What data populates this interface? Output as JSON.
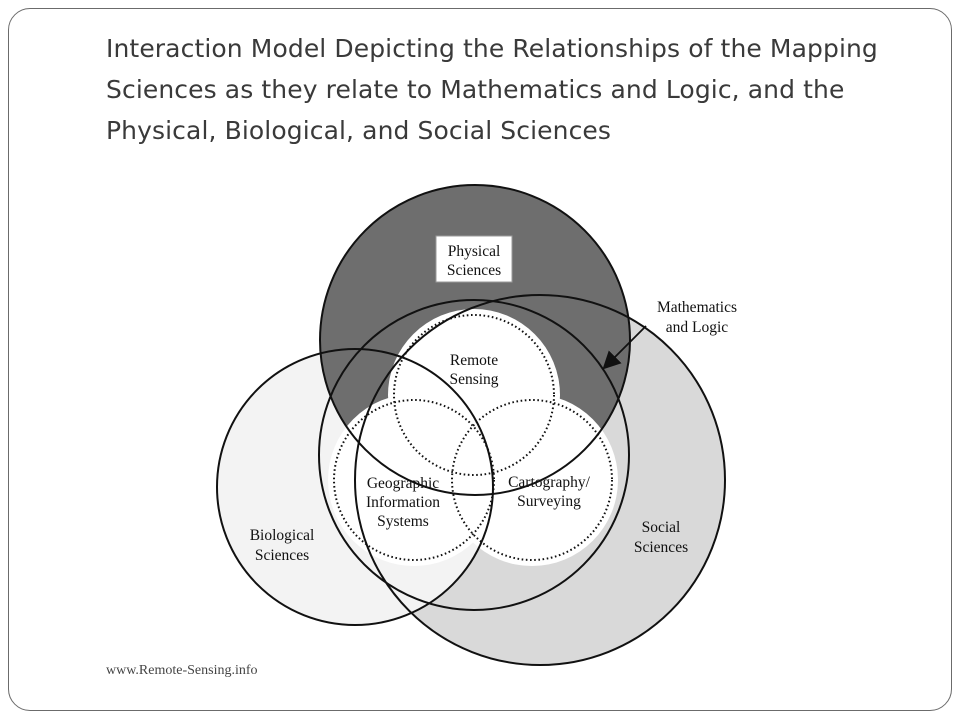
{
  "title": "Interaction Model Depicting the Relationships of the Mapping Sciences as they relate to Mathematics and Logic, and the Physical, Biological, and Social Sciences",
  "footer": "www.Remote-Sensing.info",
  "diagram": {
    "physical": {
      "line1": "Physical",
      "line2": "Sciences"
    },
    "biological": {
      "line1": "Biological",
      "line2": "Sciences"
    },
    "social": {
      "line1": "Social",
      "line2": "Sciences"
    },
    "math": {
      "line1": "Mathematics",
      "line2": "and Logic"
    },
    "remote": {
      "line1": "Remote",
      "line2": "Sensing"
    },
    "gis": {
      "line1": "Geographic",
      "line2": "Information",
      "line3": "Systems"
    },
    "carto": {
      "line1": "Cartography/",
      "line2": "Surveying"
    }
  },
  "colors": {
    "physical_fill": "#6e6e6e",
    "biological_fill": "#f3f3f3",
    "social_fill": "#d9d9d9",
    "outline": "#111111"
  }
}
